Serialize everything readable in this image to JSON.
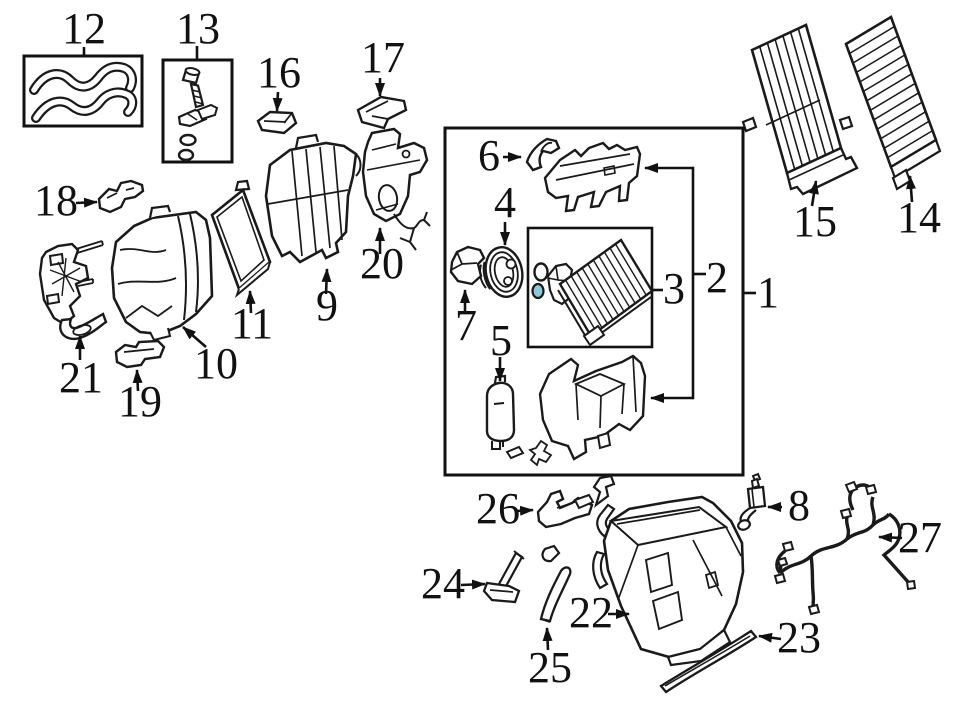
{
  "diagram": {
    "kind": "exploded-parts-diagram",
    "background_color": "#ffffff",
    "line_color": "#1a1a1a",
    "highlight_oring_color": "#8cc9df"
  },
  "callouts": [
    {
      "label": "1"
    },
    {
      "label": "2"
    },
    {
      "label": "3"
    },
    {
      "label": "4"
    },
    {
      "label": "5"
    },
    {
      "label": "6"
    },
    {
      "label": "7"
    },
    {
      "label": "8"
    },
    {
      "label": "9"
    },
    {
      "label": "10"
    },
    {
      "label": "11"
    },
    {
      "label": "12"
    },
    {
      "label": "13"
    },
    {
      "label": "14"
    },
    {
      "label": "15"
    },
    {
      "label": "16"
    },
    {
      "label": "17"
    },
    {
      "label": "18"
    },
    {
      "label": "19"
    },
    {
      "label": "20"
    },
    {
      "label": "21"
    },
    {
      "label": "22"
    },
    {
      "label": "23"
    },
    {
      "label": "24"
    },
    {
      "label": "25"
    },
    {
      "label": "26"
    },
    {
      "label": "27"
    }
  ]
}
